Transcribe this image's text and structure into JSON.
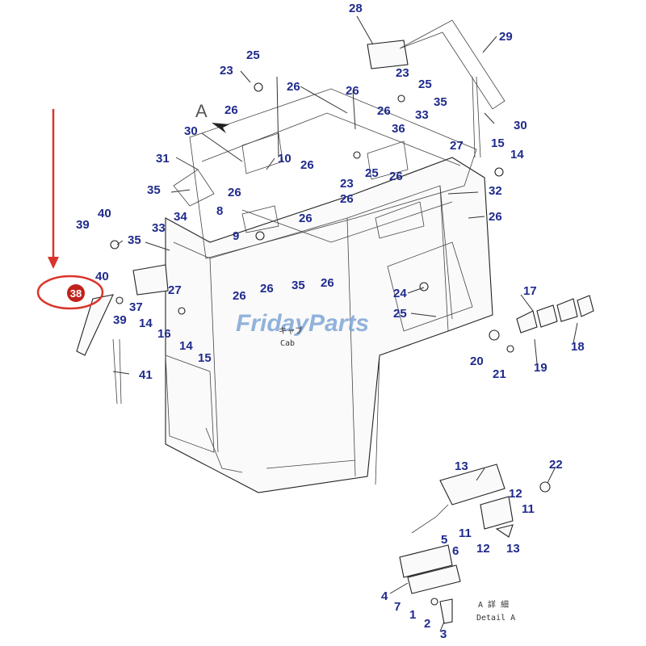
{
  "watermark": {
    "text": "FridayParts",
    "color": "#7fa6d6",
    "accent": "#f0a23a"
  },
  "highlight": {
    "label": "38",
    "ring_color": "#d9342b",
    "badge_color": "#c0221c",
    "arrow_color": "#d9342b"
  },
  "annotations": {
    "cab_jp": "キャブ",
    "cab_en": "Cab",
    "view_letter": "A",
    "detail_jp": "A 詳 細",
    "detail_en": "Detail A"
  },
  "callouts": [
    {
      "text": "28"
    },
    {
      "text": "29"
    },
    {
      "text": "25"
    },
    {
      "text": "23"
    },
    {
      "text": "26"
    },
    {
      "text": "26"
    },
    {
      "text": "23"
    },
    {
      "text": "25"
    },
    {
      "text": "35"
    },
    {
      "text": "26"
    },
    {
      "text": "33"
    },
    {
      "text": "30"
    },
    {
      "text": "30"
    },
    {
      "text": "26"
    },
    {
      "text": "36"
    },
    {
      "text": "27"
    },
    {
      "text": "15"
    },
    {
      "text": "14"
    },
    {
      "text": "31"
    },
    {
      "text": "10"
    },
    {
      "text": "26"
    },
    {
      "text": "23"
    },
    {
      "text": "25"
    },
    {
      "text": "26"
    },
    {
      "text": "35"
    },
    {
      "text": "26"
    },
    {
      "text": "26"
    },
    {
      "text": "32"
    },
    {
      "text": "34"
    },
    {
      "text": "26"
    },
    {
      "text": "8"
    },
    {
      "text": "26"
    },
    {
      "text": "39"
    },
    {
      "text": "40"
    },
    {
      "text": "33"
    },
    {
      "text": "9"
    },
    {
      "text": "35"
    },
    {
      "text": "40"
    },
    {
      "text": "27"
    },
    {
      "text": "26"
    },
    {
      "text": "35"
    },
    {
      "text": "26"
    },
    {
      "text": "26"
    },
    {
      "text": "24"
    },
    {
      "text": "17"
    },
    {
      "text": "37"
    },
    {
      "text": "39"
    },
    {
      "text": "14"
    },
    {
      "text": "16"
    },
    {
      "text": "25"
    },
    {
      "text": "18"
    },
    {
      "text": "14"
    },
    {
      "text": "15"
    },
    {
      "text": "20"
    },
    {
      "text": "19"
    },
    {
      "text": "21"
    },
    {
      "text": "41"
    },
    {
      "text": "13"
    },
    {
      "text": "22"
    },
    {
      "text": "12"
    },
    {
      "text": "11"
    },
    {
      "text": "5"
    },
    {
      "text": "11"
    },
    {
      "text": "6"
    },
    {
      "text": "12"
    },
    {
      "text": "13"
    },
    {
      "text": "4"
    },
    {
      "text": "7"
    },
    {
      "text": "1"
    },
    {
      "text": "2"
    },
    {
      "text": "3"
    }
  ]
}
